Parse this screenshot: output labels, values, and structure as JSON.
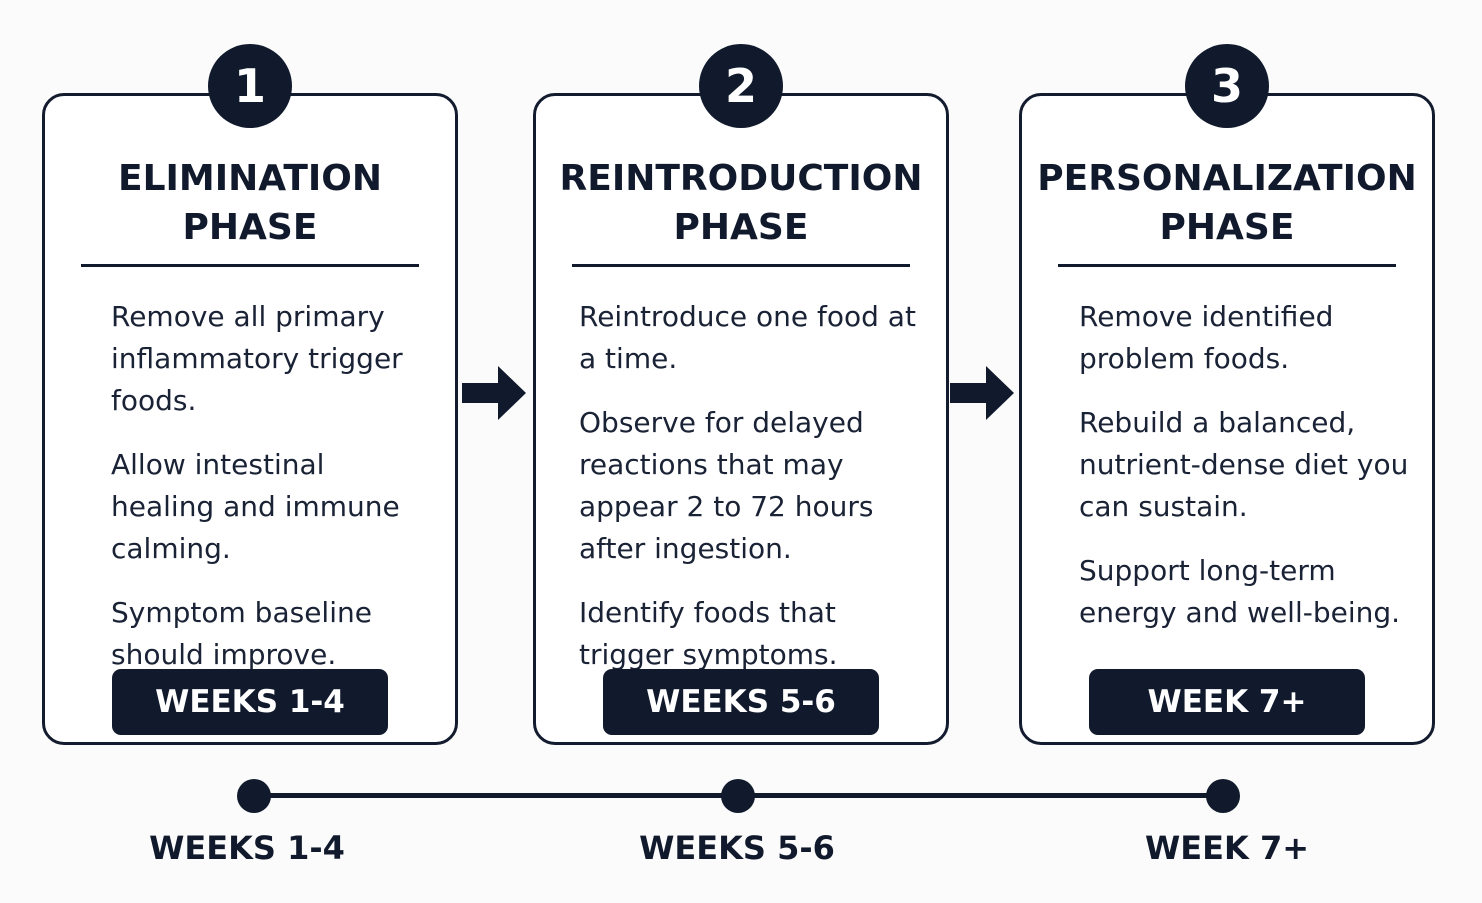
{
  "phases": [
    {
      "number": "1",
      "title_line1": "ELIMINATION",
      "title_line2": "PHASE",
      "points": [
        "Remove all primary inflammatory trigger foods.",
        "Allow intestinal healing and immune calming.",
        "Symptom baseline should improve."
      ],
      "duration": "WEEKS 1-4"
    },
    {
      "number": "2",
      "title_line1": "REINTRODUCTION",
      "title_line2": "PHASE",
      "points": [
        "Reintroduce one food at a time.",
        "Observe for delayed reactions that may appear 2 to 72 hours after ingestion.",
        "Identify foods that trigger symptoms."
      ],
      "duration": "WEEKS 5-6"
    },
    {
      "number": "3",
      "title_line1": "PERSONALIZATION",
      "title_line2": "PHASE",
      "points": [
        "Remove identified problem foods.",
        "Rebuild a balanced, nutrient-dense diet you can sustain.",
        "Support long-term energy and well-being."
      ],
      "duration": "WEEK 7+"
    }
  ],
  "timeline": {
    "labels": [
      "WEEKS 1-4",
      "WEEKS 5-6",
      "WEEK 7+"
    ]
  },
  "colors": {
    "primary": "#111a2c",
    "background": "#ffffff"
  },
  "icons": [
    "arrow-right-icon",
    "timeline-dot-icon"
  ]
}
